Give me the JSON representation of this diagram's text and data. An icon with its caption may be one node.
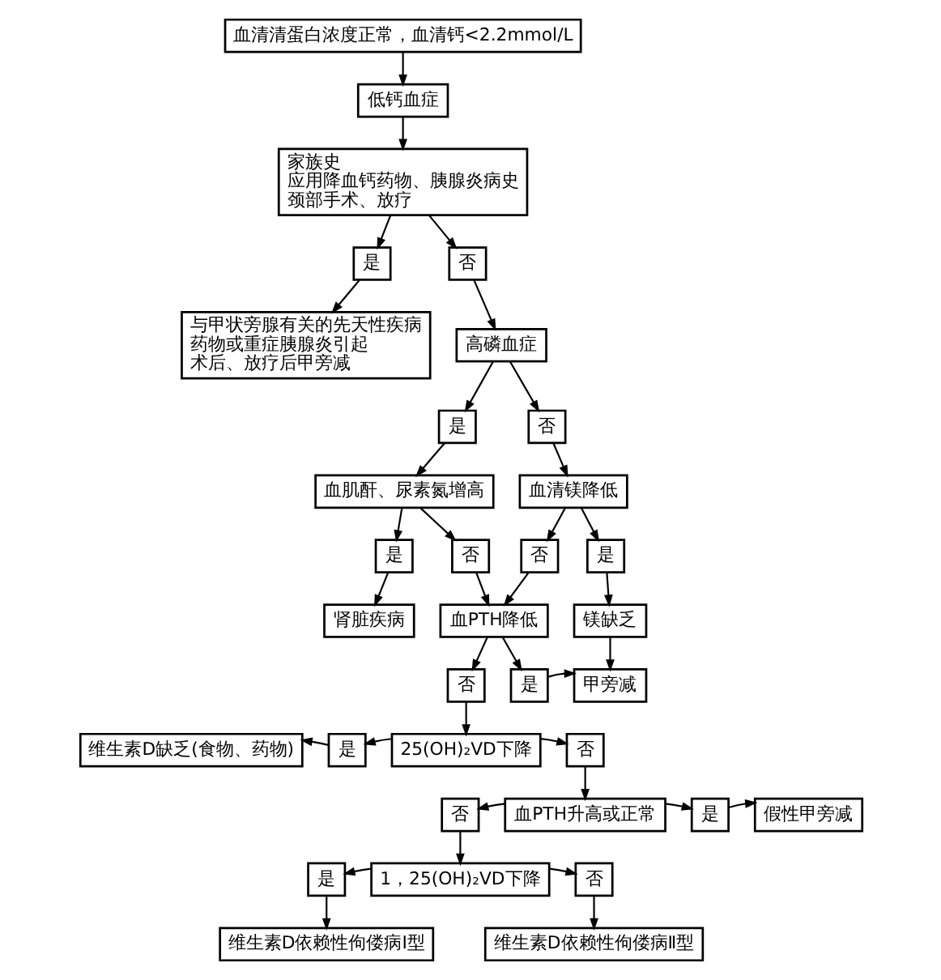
{
  "diagram": {
    "nodes": [
      {
        "text": [
          "血清清蛋白浓度正常，血清钙<2.2mmol/L"
        ]
      },
      {
        "text": [
          "低钙血症"
        ]
      },
      {
        "text": [
          "家族史",
          "应用降血钙药物、胰腺炎病史",
          "颈部手术、放疗"
        ]
      },
      {
        "text": [
          "是"
        ]
      },
      {
        "text": [
          "否"
        ]
      },
      {
        "text": [
          "与甲状旁腺有关的先天性疾病",
          "药物或重症胰腺炎引起",
          "术后、放疗后甲旁减"
        ]
      },
      {
        "text": [
          "高磷血症"
        ]
      },
      {
        "text": [
          "是"
        ]
      },
      {
        "text": [
          "否"
        ]
      },
      {
        "text": [
          "血肌酐、尿素氮增高"
        ]
      },
      {
        "text": [
          "血清镁降低"
        ]
      },
      {
        "text": [
          "是"
        ]
      },
      {
        "text": [
          "否"
        ]
      },
      {
        "text": [
          "否"
        ]
      },
      {
        "text": [
          "是"
        ]
      },
      {
        "text": [
          "肾脏疾病"
        ]
      },
      {
        "text": [
          "血PTH降低"
        ]
      },
      {
        "text": [
          "镁缺乏"
        ]
      },
      {
        "text": [
          "否"
        ]
      },
      {
        "text": [
          "是"
        ]
      },
      {
        "text": [
          "甲旁减"
        ]
      },
      {
        "text": [
          "维生素D缺乏(食物、药物)"
        ]
      },
      {
        "text": [
          "是"
        ]
      },
      {
        "text": [
          "25(OH)₂VD下降"
        ]
      },
      {
        "text": [
          "否"
        ]
      },
      {
        "text": [
          "否"
        ]
      },
      {
        "text": [
          "血PTH升高或正常"
        ]
      },
      {
        "text": [
          "是"
        ]
      },
      {
        "text": [
          "假性甲旁减"
        ]
      },
      {
        "text": [
          "是"
        ]
      },
      {
        "text": [
          "1，25(OH)₂VD下降"
        ]
      },
      {
        "text": [
          "否"
        ]
      },
      {
        "text": [
          "维生素D依赖性佝偻病Ⅰ型"
        ]
      },
      {
        "text": [
          "维生素D依赖性佝偻病Ⅱ型"
        ]
      }
    ],
    "edges": [
      {
        "from": 0,
        "to": 1,
        "arrow": "to"
      },
      {
        "from": 1,
        "to": 2,
        "arrow": "to"
      },
      {
        "from": 2,
        "to": 3,
        "arrow": "to"
      },
      {
        "from": 2,
        "to": 4,
        "arrow": "to"
      },
      {
        "from": 3,
        "to": 5,
        "arrow": "to"
      },
      {
        "from": 4,
        "to": 6,
        "arrow": "to"
      },
      {
        "from": 6,
        "to": 7,
        "arrow": "to"
      },
      {
        "from": 6,
        "to": 8,
        "arrow": "to"
      },
      {
        "from": 7,
        "to": 9,
        "arrow": "to"
      },
      {
        "from": 8,
        "to": 10,
        "arrow": "to"
      },
      {
        "from": 9,
        "to": 11,
        "arrow": "to"
      },
      {
        "from": 9,
        "to": 12,
        "arrow": "to"
      },
      {
        "from": 10,
        "to": 13,
        "arrow": "to"
      },
      {
        "from": 10,
        "to": 14,
        "arrow": "to"
      },
      {
        "from": 11,
        "to": 15,
        "arrow": "to"
      },
      {
        "from": 12,
        "to": 16,
        "arrow": "to"
      },
      {
        "from": 13,
        "to": 16,
        "arrow": "to"
      },
      {
        "from": 14,
        "to": 17,
        "arrow": "to"
      },
      {
        "from": 16,
        "to": 18,
        "arrow": "to"
      },
      {
        "from": 16,
        "to": 19,
        "arrow": "to"
      },
      {
        "from": 17,
        "to": 20,
        "arrow": "to"
      },
      {
        "from": 19,
        "to": 20,
        "arrow": "to"
      },
      {
        "from": 18,
        "to": 23,
        "arrow": "to"
      },
      {
        "from": 23,
        "to": 22,
        "arrow": "to"
      },
      {
        "from": 22,
        "to": 21,
        "arrow": "to"
      },
      {
        "from": 23,
        "to": 24,
        "arrow": "to"
      },
      {
        "from": 24,
        "to": 26,
        "arrow": "to"
      },
      {
        "from": 26,
        "to": 25,
        "arrow": "to"
      },
      {
        "from": 26,
        "to": 27,
        "arrow": "to"
      },
      {
        "from": 27,
        "to": 28,
        "arrow": "to"
      },
      {
        "from": 25,
        "to": 30,
        "arrow": "to"
      },
      {
        "from": 30,
        "to": 29,
        "arrow": "to"
      },
      {
        "from": 30,
        "to": 31,
        "arrow": "to"
      },
      {
        "from": 29,
        "to": 32,
        "arrow": "to"
      },
      {
        "from": 31,
        "to": 33,
        "arrow": "to"
      }
    ]
  }
}
